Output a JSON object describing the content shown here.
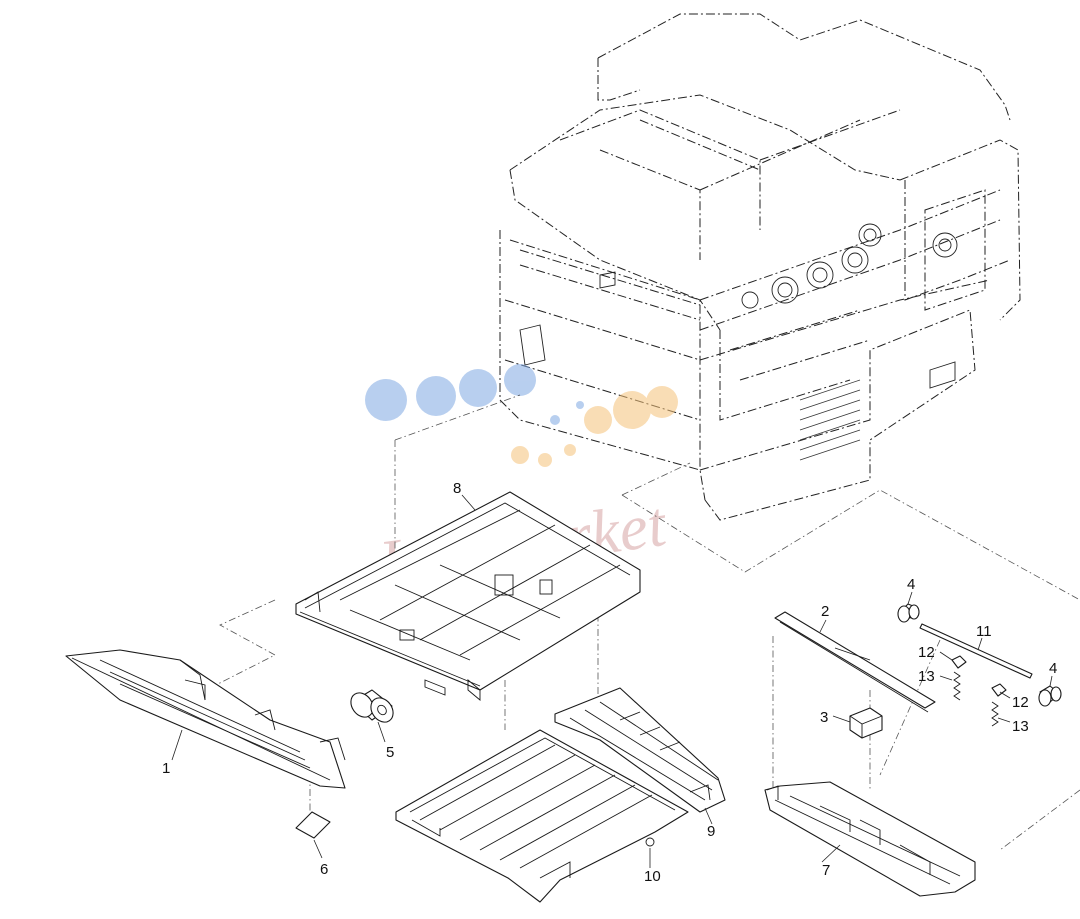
{
  "diagram": {
    "callouts": [
      {
        "id": "c1",
        "text": "1"
      },
      {
        "id": "c2",
        "text": "2"
      },
      {
        "id": "c3",
        "text": "3"
      },
      {
        "id": "c4a",
        "text": "4"
      },
      {
        "id": "c4b",
        "text": "4"
      },
      {
        "id": "c5",
        "text": "5"
      },
      {
        "id": "c6",
        "text": "6"
      },
      {
        "id": "c7",
        "text": "7"
      },
      {
        "id": "c8",
        "text": "8"
      },
      {
        "id": "c9",
        "text": "9"
      },
      {
        "id": "c10",
        "text": "10"
      },
      {
        "id": "c11",
        "text": "11"
      },
      {
        "id": "c12a",
        "text": "12"
      },
      {
        "id": "c12b",
        "text": "12"
      },
      {
        "id": "c13a",
        "text": "13"
      },
      {
        "id": "c13b",
        "text": "13"
      }
    ],
    "watermark": {
      "text": "Ink-Market",
      "colors": [
        "#5b8fd6",
        "#f2b45c",
        "#c98a8a"
      ]
    }
  }
}
